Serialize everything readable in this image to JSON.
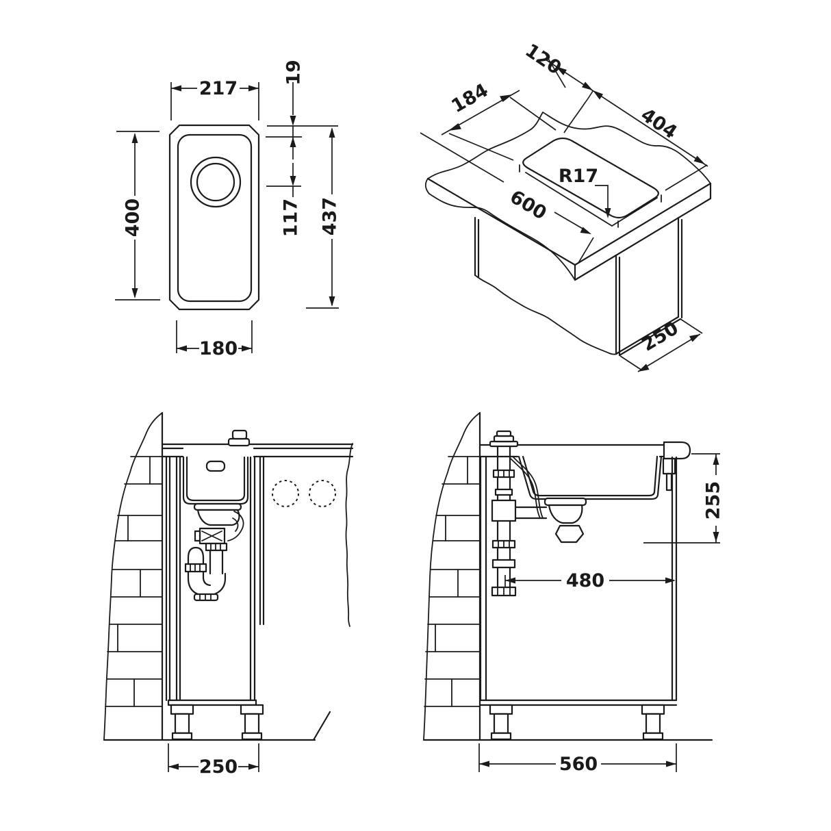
{
  "drawing": {
    "kind": "sink-installation-technical-drawing",
    "background": "#ffffff",
    "line_color": "#1b1b1b"
  },
  "plan": {
    "width_top": "217",
    "rim_width": "19",
    "bowl_length": "400",
    "drain_offset": "117",
    "overall_length": "437",
    "bowl_width": "180"
  },
  "iso": {
    "back_offset": "120",
    "cutout_width": "184",
    "cutout_length": "404",
    "worktop_width": "600",
    "corner_radius": "R17",
    "panel_depth": "250"
  },
  "side_section": {
    "cabinet_depth": "250"
  },
  "front_section": {
    "install_depth": "255",
    "drain_to_side": "480",
    "cabinet_width": "560"
  }
}
